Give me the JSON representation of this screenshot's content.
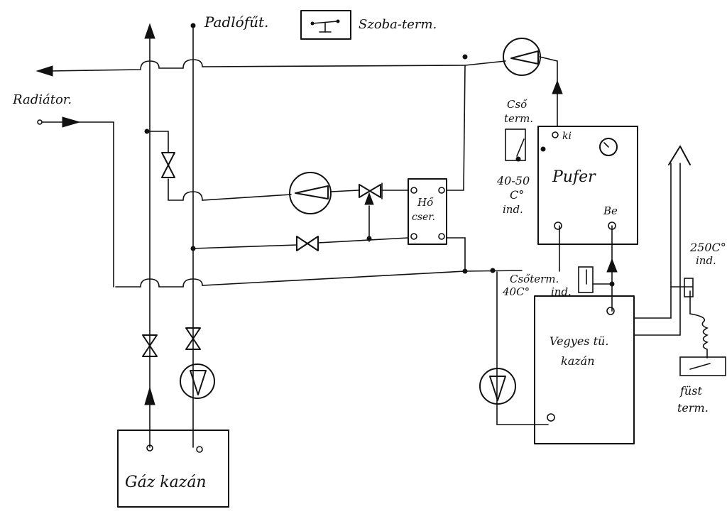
{
  "labels": {
    "floor_heating": "Padlófűt.",
    "room_thermostat": "Szoba-term.",
    "radiator": "Radiátor.",
    "pipe_thermostat_top_line1": "Cső",
    "pipe_thermostat_top_line2": "term.",
    "pipe_thermostat_top_range": "40-50",
    "pipe_thermostat_top_unit": "C°",
    "pipe_thermostat_top_ind": "ind.",
    "buffer": "Pufer",
    "buffer_out": "ki",
    "buffer_in": "Be",
    "heat_exchanger_line1": "Hő",
    "heat_exchanger_line2": "cser.",
    "pipe_thermostat_bottom_line1": "Csőterm.",
    "pipe_thermostat_bottom_line2": "40C°",
    "pipe_thermostat_bottom_ind": "ind.",
    "temp_250": "250C°",
    "temp_250_ind": "ind.",
    "solid_fuel_boiler_line1": "Vegyes tü.",
    "solid_fuel_boiler_line2": "kazán",
    "gas_boiler": "Gáz kazán",
    "smoke_thermostat_line1": "füst",
    "smoke_thermostat_line2": "term."
  }
}
